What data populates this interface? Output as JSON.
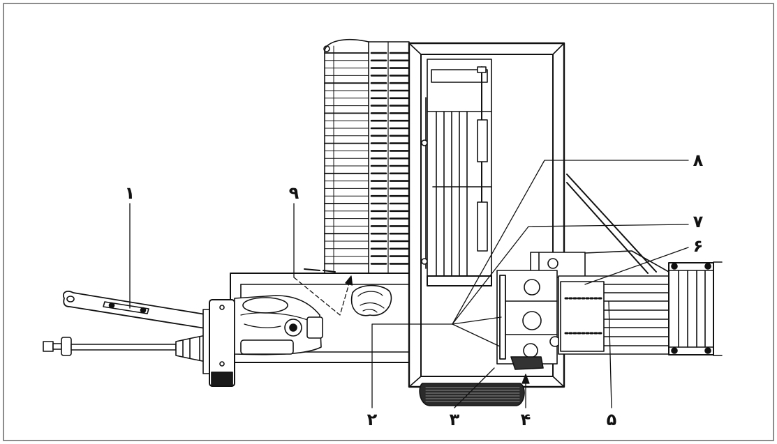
{
  "labels": {
    "n1": "۱",
    "n2": "۲",
    "n3": "۳",
    "n4": "۴",
    "n5": "۵",
    "n6": "۶",
    "n7": "۷",
    "n8": "۸",
    "n9": "۹"
  },
  "colors": {
    "line": "#111111",
    "border": "#8c8c8c",
    "dark_fill": "#1a1a1a"
  }
}
